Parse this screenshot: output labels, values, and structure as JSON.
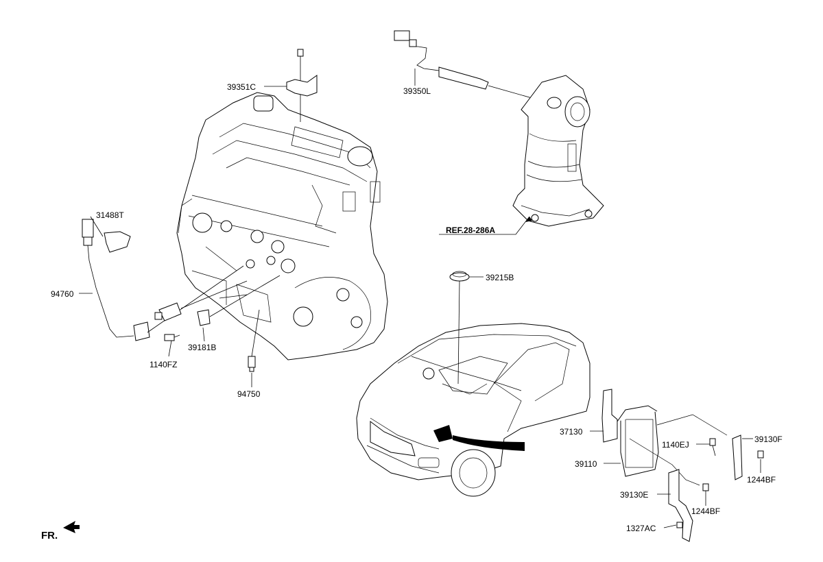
{
  "diagram": {
    "labels": {
      "p39351C": "39351C",
      "p39350L": "39350L",
      "p31488T": "31488T",
      "p94760": "94760",
      "p1140FZ": "1140FZ",
      "p39181B": "39181B",
      "p94750": "94750",
      "p39215B": "39215B",
      "p37130": "37130",
      "p1140EJ": "1140EJ",
      "p39130F": "39130F",
      "p39110": "39110",
      "p1244BF_a": "1244BF",
      "p39130E": "39130E",
      "p1244BF_b": "1244BF",
      "p1327AC": "1327AC"
    },
    "reference": "REF.28-286A",
    "front_marker": "FR."
  }
}
